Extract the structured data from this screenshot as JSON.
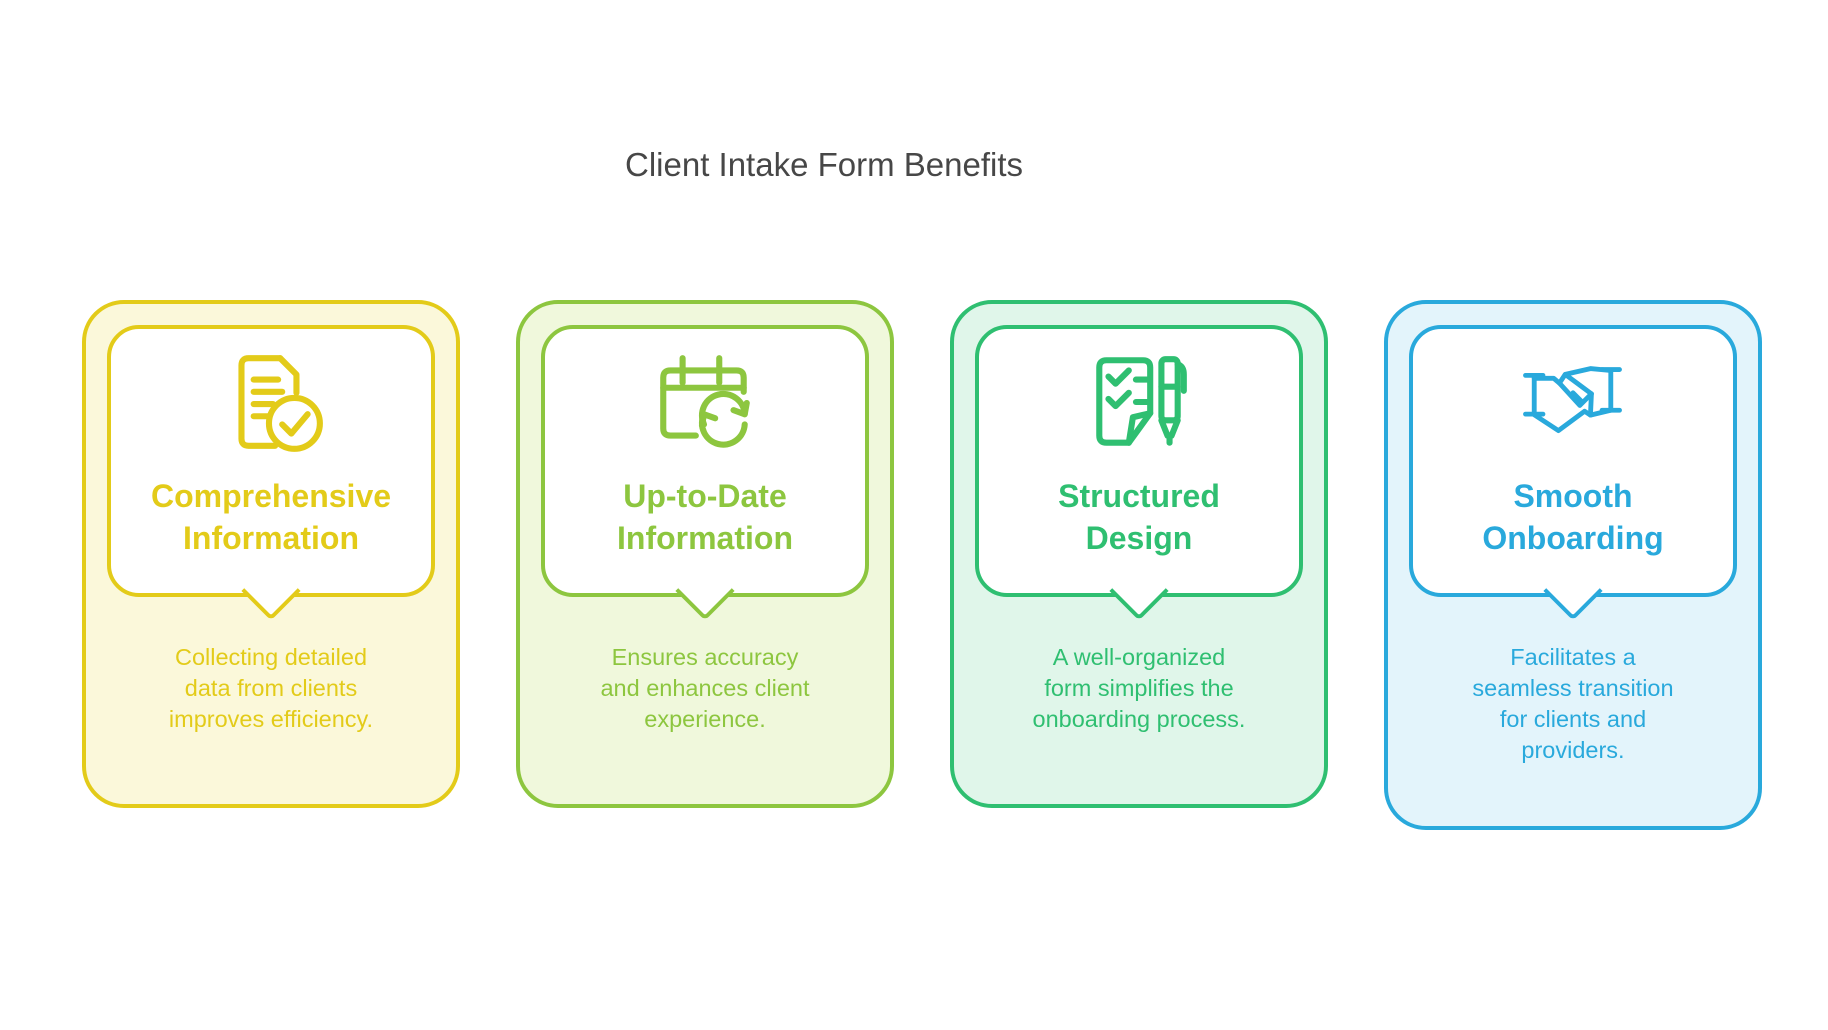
{
  "page": {
    "title": "Client Intake Form Benefits",
    "title_color": "#474747",
    "background_color": "#ffffff"
  },
  "cards": [
    {
      "title": "Comprehensive\nInformation",
      "description": "Collecting detailed\ndata from clients\nimproves efficiency.",
      "accent_color": "#e3cb19",
      "background_color": "#fbf8da",
      "icon": "document-check-icon"
    },
    {
      "title": "Up-to-Date\nInformation",
      "description": "Ensures accuracy\nand enhances client\nexperience.",
      "accent_color": "#8dc63f",
      "background_color": "#f0f8dc",
      "icon": "calendar-refresh-icon"
    },
    {
      "title": "Structured\nDesign",
      "description": "A well-organized\nform simplifies the\nonboarding process.",
      "accent_color": "#2fbf71",
      "background_color": "#e0f6ea",
      "icon": "checklist-pen-icon"
    },
    {
      "title": "Smooth\nOnboarding",
      "description": "Facilitates a\nseamless transition\nfor clients and\nproviders.",
      "accent_color": "#29a9dc",
      "background_color": "#e3f4fb",
      "icon": "handshake-icon"
    }
  ]
}
